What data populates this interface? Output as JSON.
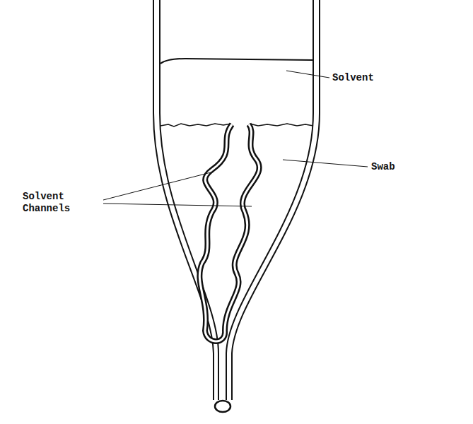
{
  "diagram": {
    "labels": [
      "Solvent",
      "Swab",
      "Solvent Channels"
    ]
  }
}
